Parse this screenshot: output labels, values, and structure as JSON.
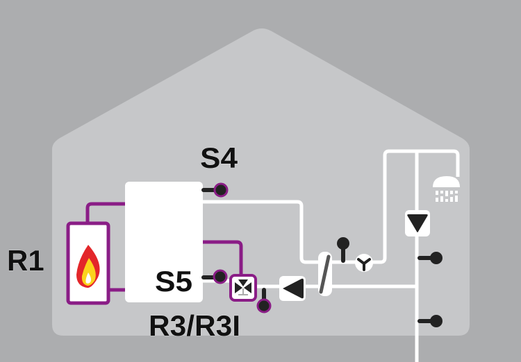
{
  "diagram": {
    "type": "heating-system-schematic",
    "labels": {
      "boiler": "R1",
      "sensor_top": "S4",
      "sensor_bottom": "S5",
      "valve_relay": "R3/R3I"
    },
    "components": [
      {
        "id": "boiler",
        "label": "R1",
        "icon": "flame-icon"
      },
      {
        "id": "storage-tank",
        "label": ""
      },
      {
        "id": "sensor-s4",
        "label": "S4",
        "icon": "temperature-sensor-icon"
      },
      {
        "id": "sensor-s5",
        "label": "S5",
        "icon": "temperature-sensor-icon"
      },
      {
        "id": "mixing-valve",
        "label": "R3/R3I",
        "icon": "three-way-valve-icon"
      },
      {
        "id": "circulation-pump",
        "icon": "pump-left-icon"
      },
      {
        "id": "heat-exchanger",
        "icon": "heat-exchanger-icon"
      },
      {
        "id": "thermostatic-mixer",
        "icon": "mixer-y-icon"
      },
      {
        "id": "riser-pump",
        "icon": "pump-down-icon"
      },
      {
        "id": "shower",
        "icon": "shower-icon"
      }
    ],
    "colors": {
      "background": "#acadaf",
      "house": "#c6c7c9",
      "pipe_hot": "#ffffff",
      "pipe_heating": "#8a1d86",
      "sensor": "#222222",
      "flame_outer": "#e3262a",
      "flame_inner": "#fbd31c"
    }
  }
}
